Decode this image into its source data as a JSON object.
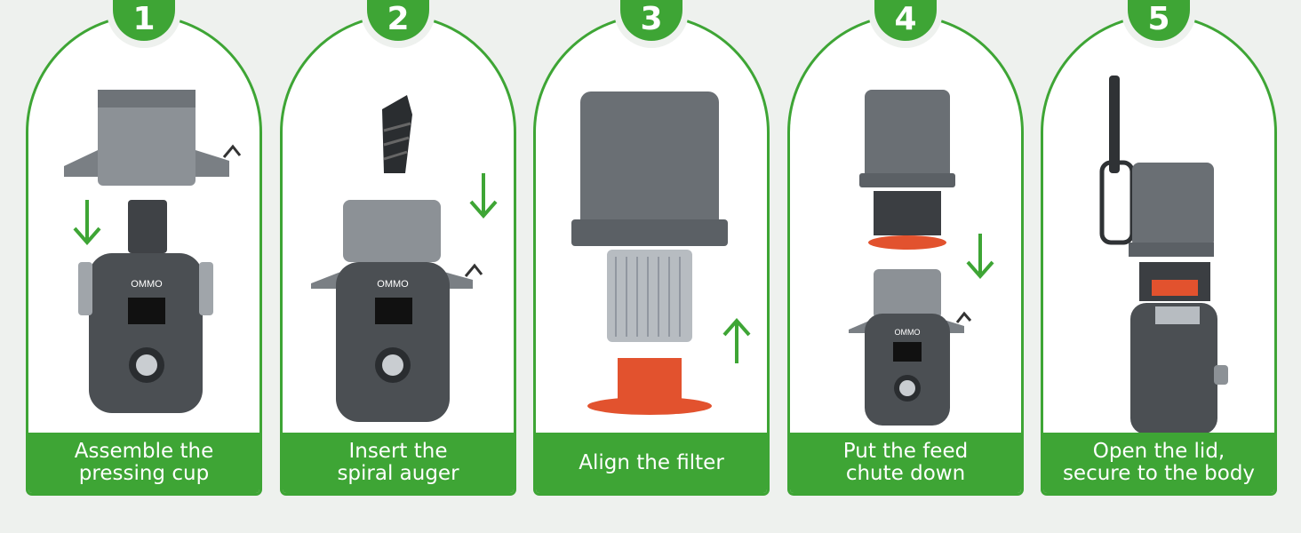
{
  "brand": "OMMO",
  "colors": {
    "accent": "#3ea535",
    "body": "#4b4f53",
    "parts": "#e2522e"
  },
  "steps": [
    {
      "number": "1",
      "caption": "Assemble the\npressing cup",
      "arrow": "down"
    },
    {
      "number": "2",
      "caption": "Insert the\nspiral auger",
      "arrow": "down"
    },
    {
      "number": "3",
      "caption": "Align the filter",
      "arrow": "up"
    },
    {
      "number": "4",
      "caption": "Put the feed\nchute down",
      "arrow": "down"
    },
    {
      "number": "5",
      "caption": "Open the lid,\nsecure to the body",
      "arrow": "none"
    }
  ]
}
